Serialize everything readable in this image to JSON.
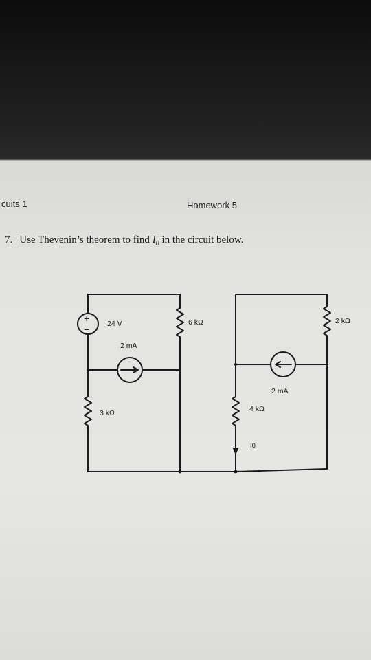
{
  "header": {
    "course": "cuits 1",
    "title": "Homework 5"
  },
  "problem": {
    "number": "7.",
    "text_before": "Use Thevenin’s theorem to find ",
    "variable": "I",
    "subscript": "0",
    "text_after": " in the circuit below."
  },
  "circuit": {
    "voltage_source": "24 V",
    "current_source_left": "2 mA",
    "current_source_right": "2 mA",
    "resistor_6k": "6 kΩ",
    "resistor_2k": "2 kΩ",
    "resistor_3k": "3 kΩ",
    "resistor_4k": "4 kΩ",
    "output_current": "I0",
    "plus_sign": "+",
    "minus_sign": "−"
  }
}
